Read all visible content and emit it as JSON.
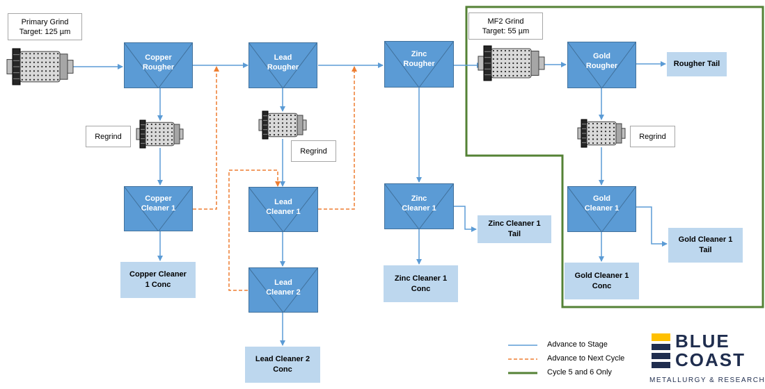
{
  "notes": {
    "primary_grind": [
      "Primary Grind",
      "Target: 125 µm"
    ],
    "mf2_grind": [
      "MF2 Grind",
      "Target: 55 µm"
    ],
    "regrind_copper": "Regrind",
    "regrind_lead": "Regrind",
    "regrind_gold": "Regrind"
  },
  "cells": {
    "copper_rougher": [
      "Copper",
      "Rougher"
    ],
    "lead_rougher": [
      "Lead",
      "Rougher"
    ],
    "zinc_rougher": [
      "Zinc",
      "Rougher"
    ],
    "gold_rougher": [
      "Gold",
      "Rougher"
    ],
    "copper_cleaner_1": [
      "Copper",
      "Cleaner 1"
    ],
    "lead_cleaner_1": [
      "Lead",
      "Cleaner 1"
    ],
    "lead_cleaner_2": [
      "Lead",
      "Cleaner 2"
    ],
    "zinc_cleaner_1": [
      "Zinc",
      "Cleaner 1"
    ],
    "gold_cleaner_1": [
      "Gold",
      "Cleaner 1"
    ]
  },
  "products": {
    "rougher_tail": [
      "Rougher Tail"
    ],
    "copper_cleaner_1_conc": [
      "Copper Cleaner",
      "1 Conc"
    ],
    "zinc_cleaner_1_tail": [
      "Zinc Cleaner 1",
      "Tail"
    ],
    "zinc_cleaner_1_conc": [
      "Zinc Cleaner 1",
      "Conc"
    ],
    "gold_cleaner_1_tail": [
      "Gold Cleaner 1",
      "Tail"
    ],
    "gold_cleaner_1_conc": [
      "Gold Cleaner 1",
      "Conc"
    ],
    "lead_cleaner_2_conc": [
      "Lead Cleaner 2",
      "Conc"
    ]
  },
  "legend": {
    "advance_to_stage": "Advance to Stage",
    "advance_to_next_cycle": "Advance to Next Cycle",
    "cycle_5_6_only": "Cycle 5 and 6 Only"
  },
  "logo": {
    "line1": "BLUE",
    "line2": "COAST",
    "line3": "METALLURGY & RESEARCH"
  },
  "colors": {
    "stage_arrow": "#5b9bd5",
    "next_cycle_arrow": "#ed7d31",
    "cycle_5_6_border": "#548235",
    "cell_fill": "#5b9bd5",
    "product_fill": "#bdd7ee",
    "logo_accent": "#ffc000",
    "logo_text": "#1f2d4e"
  }
}
